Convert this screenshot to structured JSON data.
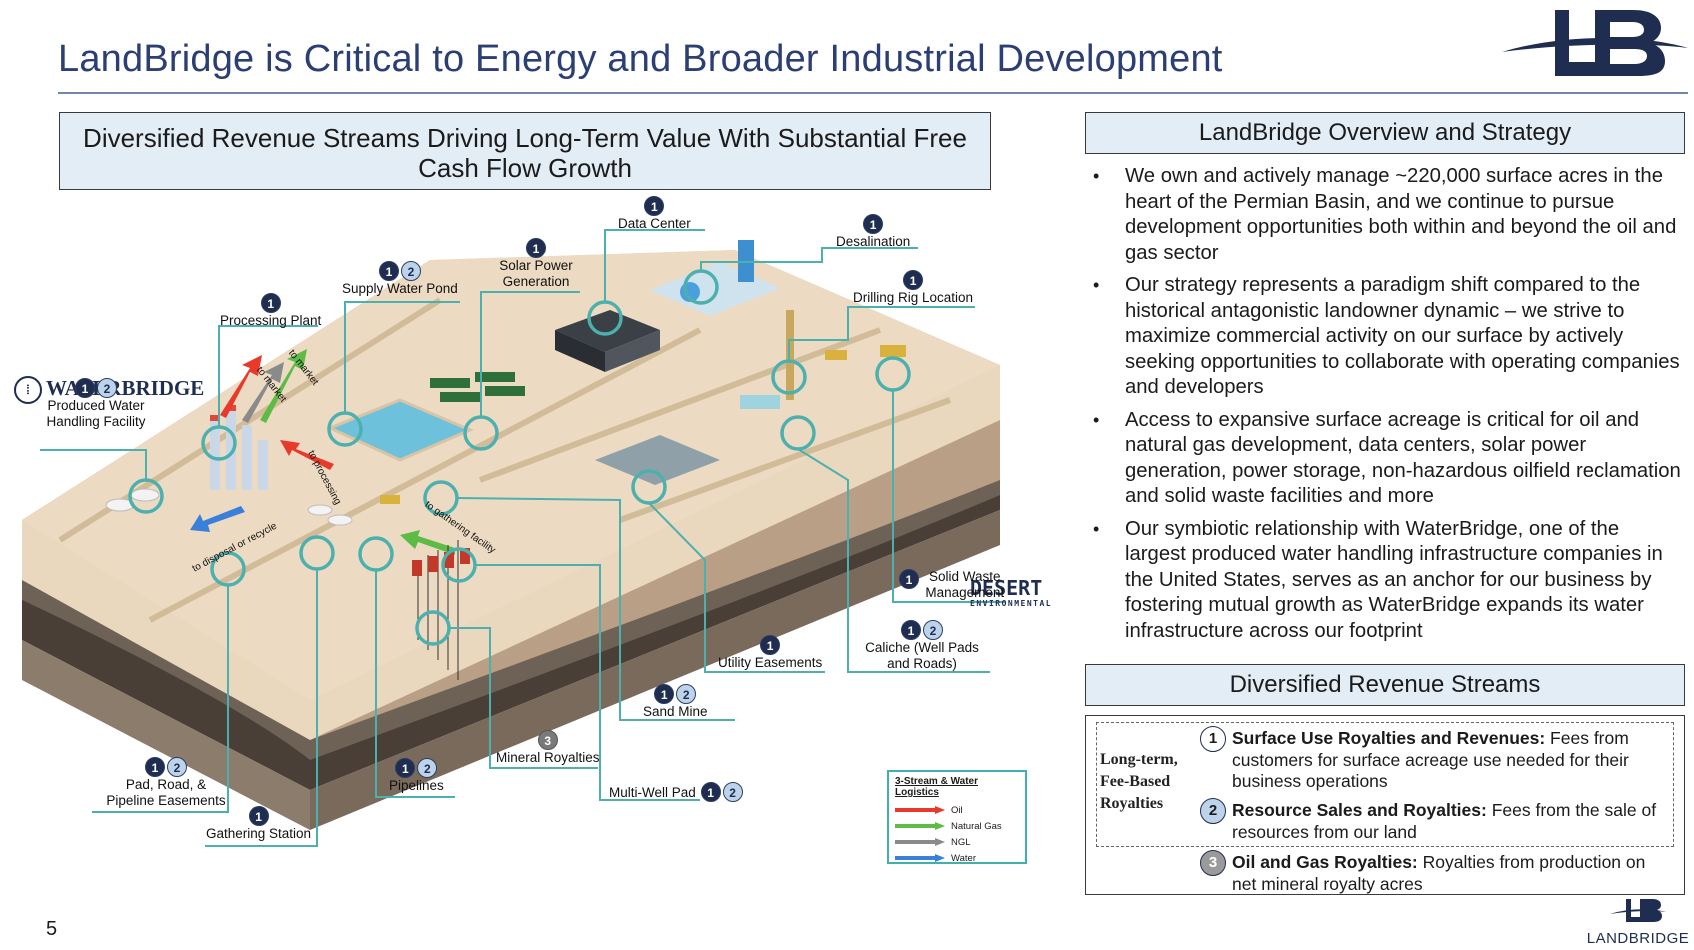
{
  "title": "LandBridge is Critical to Energy and Broader Industrial Development",
  "left_header": "Diversified Revenue Streams Driving Long-Term Value With Substantial Free Cash Flow Growth",
  "waterbridge_logo": "WATERBRIDGE",
  "desert_logo": {
    "name": "DESERT",
    "sub": "ENVIRONMENTAL"
  },
  "diagram_labels": {
    "data_center": "Data Center",
    "desalination": "Desalination",
    "solar": "Solar Power Generation",
    "supply_pond": "Supply Water Pond",
    "drilling": "Drilling Rig Location",
    "processing": "Processing Plant",
    "produced_water": "Produced Water Handling Facility",
    "solid_waste": "Solid Waste Management",
    "caliche": "Caliche (Well Pads and Roads)",
    "utility": "Utility Easements",
    "sand_mine": "Sand Mine",
    "mineral": "Mineral Royalties",
    "multi_well": "Multi-Well Pad",
    "pipelines": "Pipelines",
    "pad_road": "Pad, Road, & Pipeline Easements",
    "gathering": "Gathering Station"
  },
  "arrow_labels": {
    "to_market_1": "to market",
    "to_market_2": "to market",
    "to_processing": "to processing",
    "to_disposal": "to disposal or recycle",
    "to_gathering": "to gathering facility"
  },
  "legend": {
    "title": "3-Stream & Water Logistics",
    "items": [
      {
        "label": "Oil",
        "color": "#e8392b"
      },
      {
        "label": "Natural Gas",
        "color": "#5dbb46"
      },
      {
        "label": "NGL",
        "color": "#8a8a8a"
      },
      {
        "label": "Water",
        "color": "#3a7fd9"
      }
    ]
  },
  "overview": {
    "header": "LandBridge Overview and Strategy",
    "bullets": [
      "We own and actively manage ~220,000 surface acres in the heart of the Permian Basin, and we continue to pursue development opportunities both within and beyond the oil and gas sector",
      "Our strategy represents a paradigm shift compared to the historical antagonistic landowner dynamic – we strive to maximize commercial activity on our surface by actively seeking opportunities to collaborate with operating companies and developers",
      "Access to expansive surface acreage is critical for oil and natural gas development, data centers, solar power generation, power storage, non-hazardous oilfield reclamation and solid waste facilities and more",
      "Our symbiotic relationship with WaterBridge, one of the largest produced water handling infrastructure companies in the United States, serves as an anchor for our business by fostering mutual growth as WaterBridge expands its water infrastructure across our footprint"
    ]
  },
  "revenue": {
    "header": "Diversified Revenue Streams",
    "fee_label": "Long-term, Fee-Based Royalties",
    "items": [
      {
        "num": "1",
        "title": "Surface Use Royalties and Revenues:",
        "text": " Fees from customers for surface acreage use needed for their business operations"
      },
      {
        "num": "2",
        "title": "Resource Sales and Royalties:",
        "text": " Fees from the sale of resources from our land"
      },
      {
        "num": "3",
        "title": "Oil and Gas Royalties:",
        "text": " Royalties from production on net mineral royalty acres"
      }
    ]
  },
  "page_number": "5",
  "footer_logo": "LANDBRIDGE"
}
